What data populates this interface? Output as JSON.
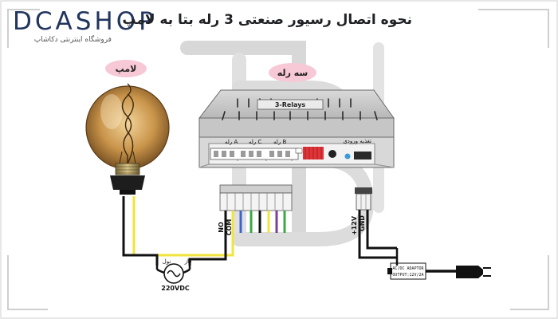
{
  "title": "نحوه اتصال رسیور صنعتی 3 رله بتا به لامپ",
  "logo": {
    "brand": "DCASHOP",
    "subtitle": "فروشگاه اینترنتی دکاشاپ"
  },
  "labels": {
    "lamp": "لامپ",
    "three_relay": "سه رله",
    "relay_box": "3-Relays",
    "relay_a": "رله A",
    "relay_c": "رله C",
    "relay_b": "رله B",
    "power_input": "تغذیه ورودی",
    "no": "NO",
    "com": "COM",
    "plus12v": "+12V",
    "gnd": "GND",
    "phase": "فاز",
    "neutral": "نول",
    "voltage": "220VDC",
    "adapter_line1": "AC/DC ADAPTOR",
    "adapter_line2": "OUTPUT:12V/2A"
  },
  "colors": {
    "bubble": "#f7c8d5",
    "wire_black": "#111111",
    "wire_yellow": "#f2e43a",
    "wire_blue": "#3b63c9",
    "wire_green": "#39a845",
    "wire_purple": "#7b3fa0",
    "header_red": "#e0343a",
    "watermark": "#d7d7d7"
  }
}
